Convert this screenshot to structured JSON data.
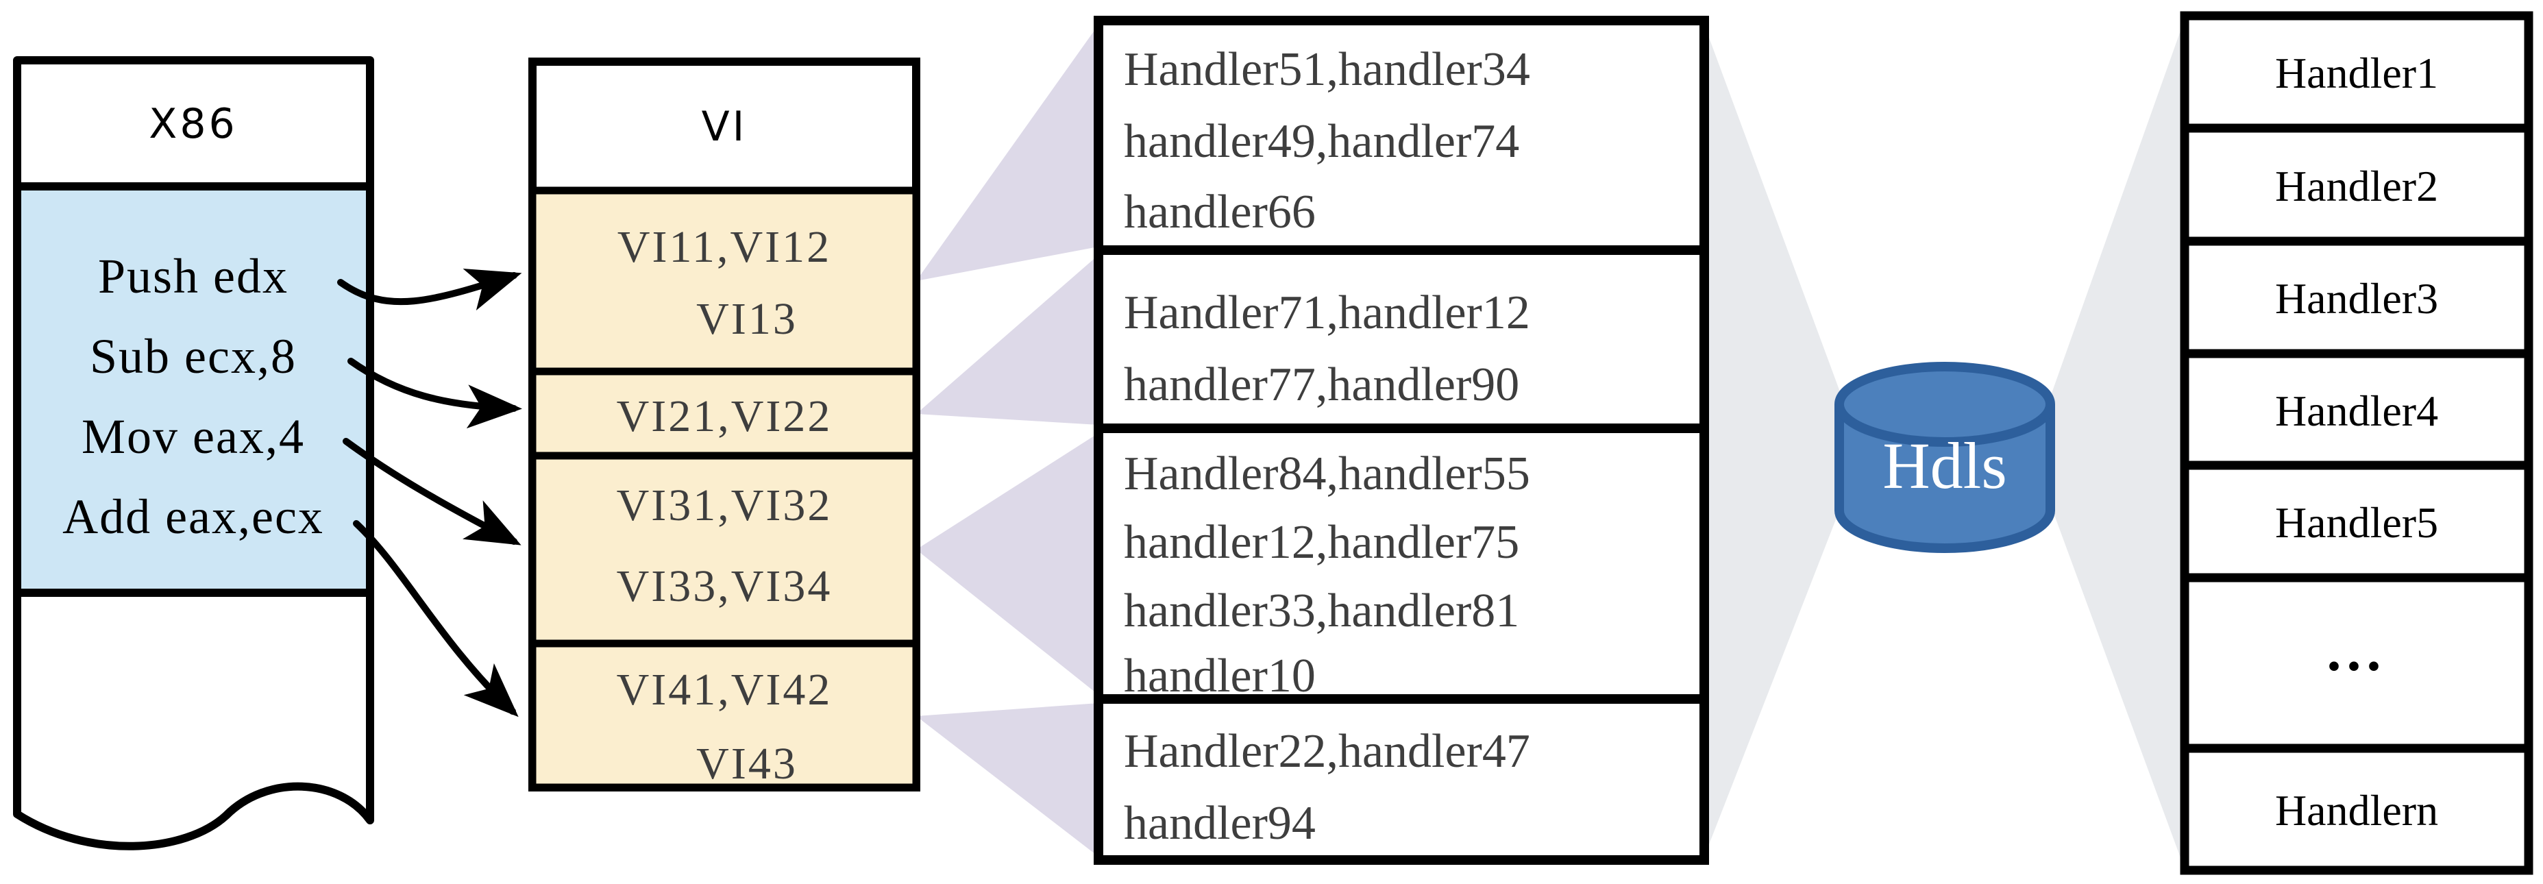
{
  "x86": {
    "title": "X86",
    "instructions": [
      "Push edx",
      "Sub ecx,8",
      "Mov eax,4",
      "Add eax,ecx"
    ]
  },
  "vi": {
    "title": "VI",
    "sections": [
      [
        "VI11,VI12",
        "VI13"
      ],
      [
        "VI21,VI22"
      ],
      [
        "VI31,VI32",
        "VI33,VI34"
      ],
      [
        "VI41,VI42",
        "VI43"
      ]
    ]
  },
  "handlers": {
    "sections": [
      [
        "Handler51,handler34",
        "handler49,handler74",
        "handler66"
      ],
      [
        "Handler71,handler12",
        "handler77,handler90"
      ],
      [
        "Handler84,handler55",
        "handler12,handler75",
        "handler33,handler81",
        "handler10"
      ],
      [
        "Handler22,handler47",
        "handler94"
      ]
    ]
  },
  "cylinder": {
    "label": "Hdls"
  },
  "table": {
    "rows": [
      "Handler1",
      "Handler2",
      "Handler3",
      "Handler4",
      "Handler5",
      "...",
      "Handlern"
    ]
  },
  "colors": {
    "x86_fill": "#CDE6F5",
    "vi_fill": "#FBEECF",
    "fan_lavender": "#DDD9E8",
    "fan_gray": "#E8EAED",
    "cylinder_fill": "#4C80BC",
    "cylinder_stroke": "#2D5F9C",
    "text_dark": "#3E3E3E",
    "border": "#000000"
  }
}
